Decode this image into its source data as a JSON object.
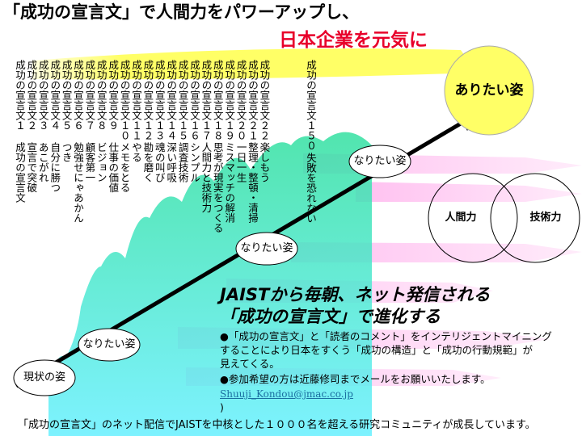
{
  "title": "「成功の宣言文」で人間力をパワーアップし、",
  "subtitle": "日本企業を元気に",
  "declarations": [
    {
      "label": "成功の宣言文１",
      "phrase": "成功の宣言文"
    },
    {
      "label": "成功の宣言文２",
      "phrase": "宣言で突破"
    },
    {
      "label": "成功の宣言文３",
      "phrase": "あこがれ"
    },
    {
      "label": "成功の宣言文４",
      "phrase": "自分に勝つ"
    },
    {
      "label": "成功の宣言文５",
      "phrase": "つき"
    },
    {
      "label": "成功の宣言文６",
      "phrase": "勉強せにゃあかん"
    },
    {
      "label": "成功の宣言文７",
      "phrase": "顧客第一"
    },
    {
      "label": "成功の宣言文８",
      "phrase": "ビジョン"
    },
    {
      "label": "成功の宣言文９",
      "phrase": "仕事の価値"
    },
    {
      "label": "成功の宣言文１０",
      "phrase": "メモをとる"
    },
    {
      "label": "成功の宣言文１１",
      "phrase": "やる"
    },
    {
      "label": "成功の宣言文１２",
      "phrase": "勘を磨く"
    },
    {
      "label": "成功の宣言文１３",
      "phrase": "魂の叫び"
    },
    {
      "label": "成功の宣言文１４",
      "phrase": "深い呼吸"
    },
    {
      "label": "成功の宣言文１５",
      "phrase": "調査技術"
    },
    {
      "label": "成功の宣言文１６",
      "phrase": "シンプル"
    },
    {
      "label": "成功の宣言文１７",
      "phrase": "人間力と技術力"
    },
    {
      "label": "成功の宣言文１８",
      "phrase": "思考が現実をつくる"
    },
    {
      "label": "成功の宣言文１９",
      "phrase": "ミスマッチの解消"
    },
    {
      "label": "成功の宣言文２０",
      "phrase": "一日一生"
    },
    {
      "label": "成功の宣言文２１",
      "phrase": "整理・整頓・清掃"
    },
    {
      "label": "成功の宣言文２２",
      "phrase": "楽しもう"
    },
    {
      "label": "成功の宣言文１５０",
      "phrase": "失敗を恐れない"
    }
  ],
  "stages": {
    "current": "現状の姿",
    "want1": "なりたい姿",
    "want2": "なりたい姿",
    "want3": "なりたい姿",
    "ideal": "ありたい姿"
  },
  "venn": {
    "left": "人間力",
    "right": "技術力"
  },
  "message": {
    "headline1": "JAISTから毎朝、ネット発信される",
    "headline2": "「成功の宣言文」で進化する",
    "line1": "●「成功の宣言文」と「読者のコメント」をインテリジェントマイニング",
    "line2": "することにより日本をすくう「成功の構造」と「成功の行動規範」が",
    "line3": "見えてくる。",
    "line4": "●参加希望の方は近藤修司までメールをお願いいたします。",
    "email": "Shuuji_Kondou@jmac.co.jp",
    "paren": ")"
  },
  "footer": "「成功の宣言文」のネット配信でJAISTを中核とした１０００名を超える研究コミュニティが成長しています。",
  "colors": {
    "yellow": "#ffff66",
    "teal": "#33e0b0",
    "cyan": "#55eeee",
    "pink": "#ffc0f0",
    "red": "#e8002a"
  }
}
